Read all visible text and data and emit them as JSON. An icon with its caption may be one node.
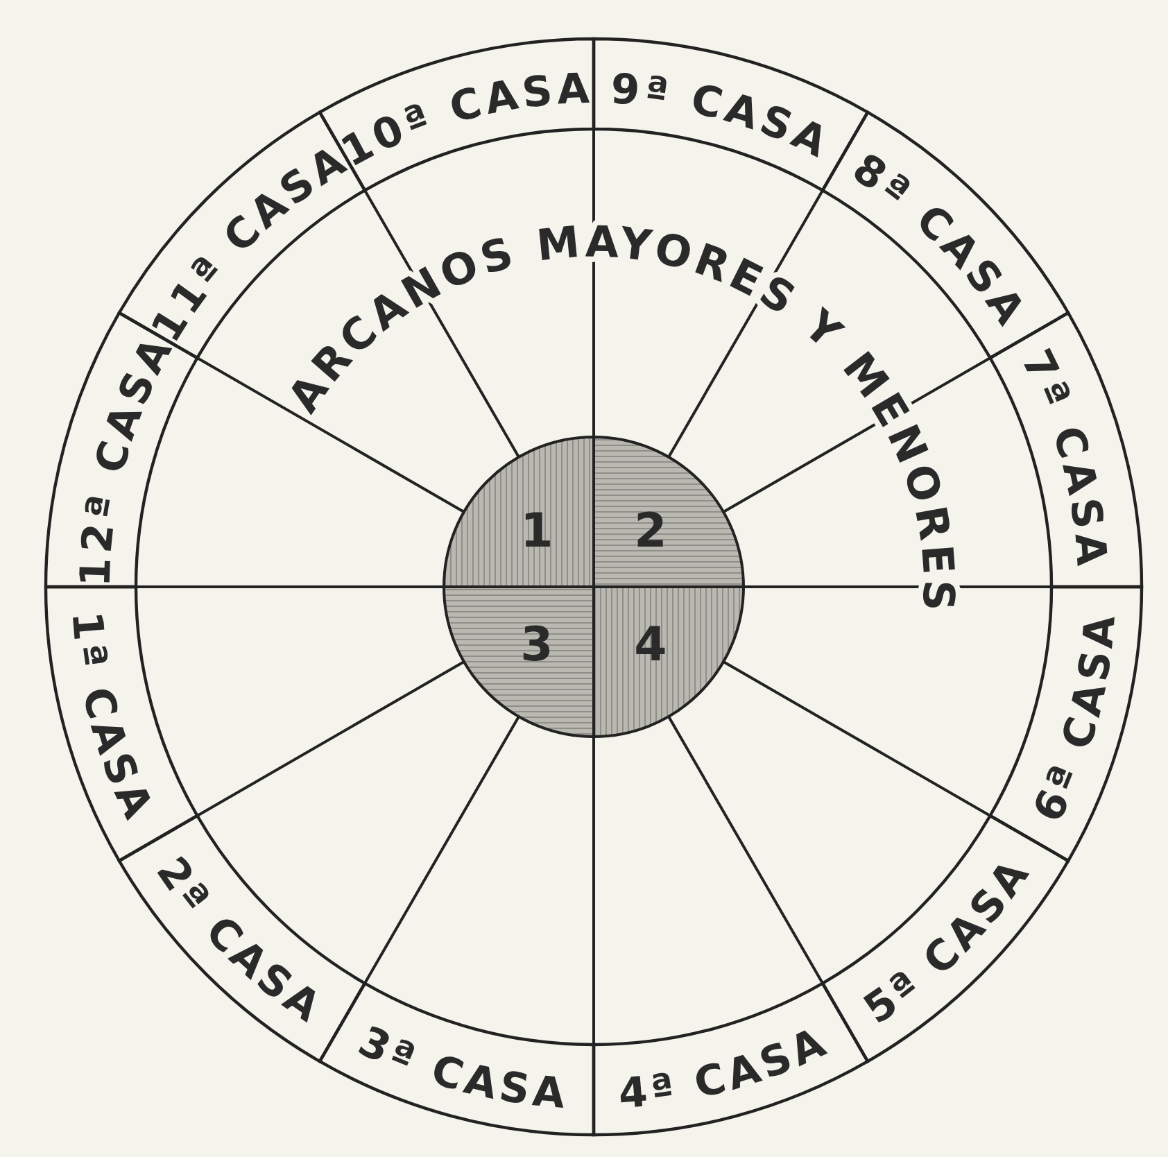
{
  "diagram": {
    "title": "ARCANOS MAYORES Y MENORES",
    "nodes": [
      {
        "text": [
          "1ª CASA"
        ]
      },
      {
        "text": [
          "2ª CASA"
        ]
      },
      {
        "text": [
          "3ª CASA"
        ]
      },
      {
        "text": [
          "4ª CASA"
        ]
      },
      {
        "text": [
          "5ª CASA"
        ]
      },
      {
        "text": [
          "6ª CASA"
        ]
      },
      {
        "text": [
          "7ª CASA"
        ]
      },
      {
        "text": [
          "8ª CASA"
        ]
      },
      {
        "text": [
          "9ª CASA"
        ]
      },
      {
        "text": [
          "10ª CASA"
        ]
      },
      {
        "text": [
          "11ª CASA"
        ]
      },
      {
        "text": [
          "12ª CASA"
        ]
      },
      {
        "text": [
          "1"
        ]
      },
      {
        "text": [
          "2"
        ]
      },
      {
        "text": [
          "3"
        ]
      },
      {
        "text": [
          "4"
        ]
      }
    ],
    "edges": []
  }
}
